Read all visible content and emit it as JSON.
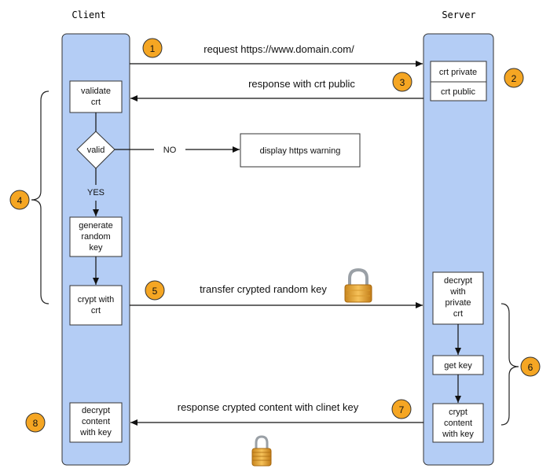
{
  "lanes": {
    "client": "Client",
    "server": "Server"
  },
  "nodes": {
    "validate_crt": [
      "validate",
      "crt"
    ],
    "valid": "valid",
    "generate_key": [
      "generate",
      "random",
      "key"
    ],
    "crypt_with_crt": [
      "crypt with",
      "crt"
    ],
    "decrypt_content": [
      "decrypt",
      "content",
      "with key"
    ],
    "display_warning": "display https warning",
    "crt_private": "crt private",
    "crt_public": "crt public",
    "decrypt_private": [
      "decrypt",
      "with",
      "private",
      "crt"
    ],
    "get_key": "get key",
    "crypt_content": [
      "crypt",
      "content",
      "with key"
    ]
  },
  "labels": {
    "no": "NO",
    "yes": "YES"
  },
  "messages": {
    "request": "request https://www.domain.com/",
    "response_crt": "response with crt public",
    "transfer": "transfer crypted random key",
    "response_content": "response crypted content with clinet key"
  },
  "steps": [
    "1",
    "2",
    "3",
    "4",
    "5",
    "6",
    "7",
    "8"
  ],
  "colors": {
    "lane_fill": "#b4cdf5",
    "badge": "#f5a623",
    "lock_gold": "#e8a435"
  }
}
